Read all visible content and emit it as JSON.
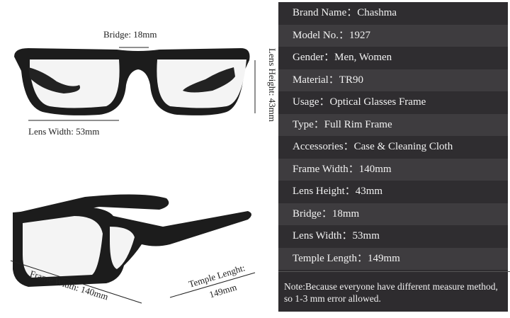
{
  "dimensions": {
    "bridge": "Bridge: 18mm",
    "lens_width": "Lens Width: 53mm",
    "lens_height": "Lens Height: 43mm",
    "frame_width": "Frame Width:  140mm",
    "temple_length_1": "Temple Lenght:",
    "temple_length_2": "149mm"
  },
  "specs": [
    "Brand Name：Chashma",
    "Model No.：1927",
    "Gender：Men, Women",
    "Material：TR90",
    "Usage：Optical Glasses Frame",
    "Type：Full Rim Frame",
    "Accessories：Case & Cleaning Cloth",
    "Frame Width：140mm",
    "Lens Height：43mm",
    "Bridge：18mm",
    "Lens Width：53mm",
    "Temple Length：149mm"
  ],
  "note": "Note:Because everyone have different measure method, so 1-3 mm error allowed."
}
